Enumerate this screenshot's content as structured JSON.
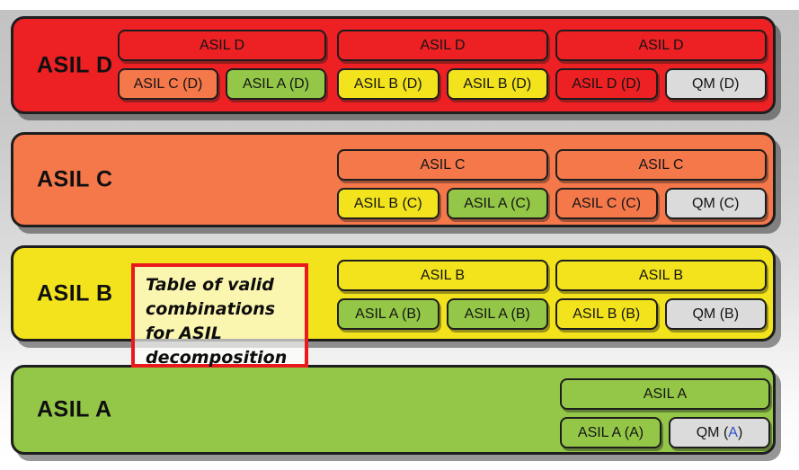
{
  "annotation": {
    "text": "Table of valid combinations for ASIL decomposition"
  },
  "colors": {
    "asil_d_red": "#ed2024",
    "asil_c_orange": "#f5784b",
    "asil_b_yellow": "#f2e31c",
    "asil_a_green": "#94c747",
    "qm_gray": "#dbdbdb",
    "box_border_black": "#1d1d1d",
    "annotation_border_red": "#e9191d",
    "qm_a_letter_blue": "#2b50c8",
    "backdrop_gray": "#c3c3c3"
  },
  "bands": [
    {
      "label": "ASIL D",
      "level_color": "#ed2024",
      "groups": [
        {
          "header": "ASIL D",
          "children": [
            {
              "label": "ASIL C (D)",
              "level": "orange"
            },
            {
              "label": "ASIL A (D)",
              "level": "green"
            }
          ]
        },
        {
          "header": "ASIL D",
          "children": [
            {
              "label": "ASIL B (D)",
              "level": "yellow"
            },
            {
              "label": "ASIL B (D)",
              "level": "yellow"
            }
          ]
        },
        {
          "header": "ASIL D",
          "children": [
            {
              "label": "ASIL D (D)",
              "level": "red"
            },
            {
              "label": "QM (D)",
              "level": "gray"
            }
          ]
        }
      ]
    },
    {
      "label": "ASIL C",
      "level_color": "#f5784b",
      "groups": [
        {
          "header": "ASIL C",
          "children": [
            {
              "label": "ASIL B (C)",
              "level": "yellow"
            },
            {
              "label": "ASIL A (C)",
              "level": "green"
            }
          ]
        },
        {
          "header": "ASIL C",
          "children": [
            {
              "label": "ASIL C (C)",
              "level": "orange"
            },
            {
              "label": "QM (C)",
              "level": "gray"
            }
          ]
        }
      ]
    },
    {
      "label": "ASIL B",
      "level_color": "#f2e31c",
      "groups": [
        {
          "header": "ASIL B",
          "children": [
            {
              "label": "ASIL A (B)",
              "level": "green"
            },
            {
              "label": "ASIL A (B)",
              "level": "green"
            }
          ]
        },
        {
          "header": "ASIL B",
          "children": [
            {
              "label": "ASIL B (B)",
              "level": "yellow"
            },
            {
              "label": "QM (B)",
              "level": "gray"
            }
          ]
        }
      ]
    },
    {
      "label": "ASIL A",
      "level_color": "#94c747",
      "groups": [
        {
          "header": "ASIL A",
          "children": [
            {
              "label": "ASIL A (A)",
              "level": "green"
            },
            {
              "prefix": "QM (",
              "letter": "A",
              "suffix": ")",
              "level": "gray"
            }
          ]
        }
      ]
    }
  ]
}
